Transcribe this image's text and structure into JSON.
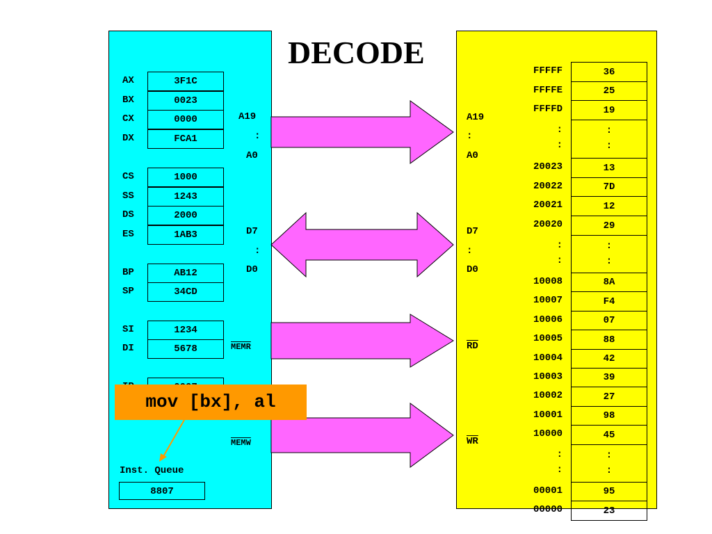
{
  "title": "DECODE",
  "cpu": {
    "registers": [
      {
        "name": "AX",
        "value": "3F1C"
      },
      {
        "name": "BX",
        "value": "0023"
      },
      {
        "name": "CX",
        "value": "0000"
      },
      {
        "name": "DX",
        "value": "FCA1"
      },
      {
        "name": "CS",
        "value": "1000"
      },
      {
        "name": "SS",
        "value": "1243"
      },
      {
        "name": "DS",
        "value": "2000"
      },
      {
        "name": "ES",
        "value": "1AB3"
      },
      {
        "name": "BP",
        "value": "AB12"
      },
      {
        "name": "SP",
        "value": "34CD"
      },
      {
        "name": "SI",
        "value": "1234"
      },
      {
        "name": "DI",
        "value": "5678"
      },
      {
        "name": "IP",
        "value": "0007"
      }
    ],
    "address_bus": {
      "top": "A19",
      "mid": ":",
      "bottom": "A0"
    },
    "data_bus": {
      "top": "D7",
      "mid": ":",
      "bottom": "D0"
    },
    "memr": "MEMR",
    "memw": "MEMW",
    "queue_label": "Inst. Queue",
    "queue_value": "8807"
  },
  "instruction": "mov [bx], al",
  "memory": {
    "address_bus": {
      "top": "A19",
      "mid": ":",
      "bottom": "A0"
    },
    "data_bus": {
      "top": "D7",
      "mid": ":",
      "bottom": "D0"
    },
    "rd": "RD",
    "wr": "WR",
    "cells": [
      {
        "addr": "FFFFF",
        "val": "36"
      },
      {
        "addr": "FFFFE",
        "val": "25"
      },
      {
        "addr": "FFFFD",
        "val": "19"
      },
      {
        "addr": ":\n:",
        "val": ":\n:"
      },
      {
        "addr": "20023",
        "val": "13"
      },
      {
        "addr": "20022",
        "val": "7D"
      },
      {
        "addr": "20021",
        "val": "12"
      },
      {
        "addr": "20020",
        "val": "29"
      },
      {
        "addr": ":\n:",
        "val": ":\n:"
      },
      {
        "addr": "10008",
        "val": "8A"
      },
      {
        "addr": "10007",
        "val": "F4"
      },
      {
        "addr": "10006",
        "val": "07"
      },
      {
        "addr": "10005",
        "val": "88"
      },
      {
        "addr": "10004",
        "val": "42"
      },
      {
        "addr": "10003",
        "val": "39"
      },
      {
        "addr": "10002",
        "val": "27"
      },
      {
        "addr": "10001",
        "val": "98"
      },
      {
        "addr": "10000",
        "val": "45"
      },
      {
        "addr": ":\n:",
        "val": ":\n:"
      },
      {
        "addr": "00001",
        "val": "95"
      },
      {
        "addr": "00000",
        "val": "23"
      }
    ]
  },
  "colors": {
    "cpu": "#00ffff",
    "memory": "#ffff00",
    "arrow": "#ff66ff",
    "instruction": "#ff9900"
  }
}
